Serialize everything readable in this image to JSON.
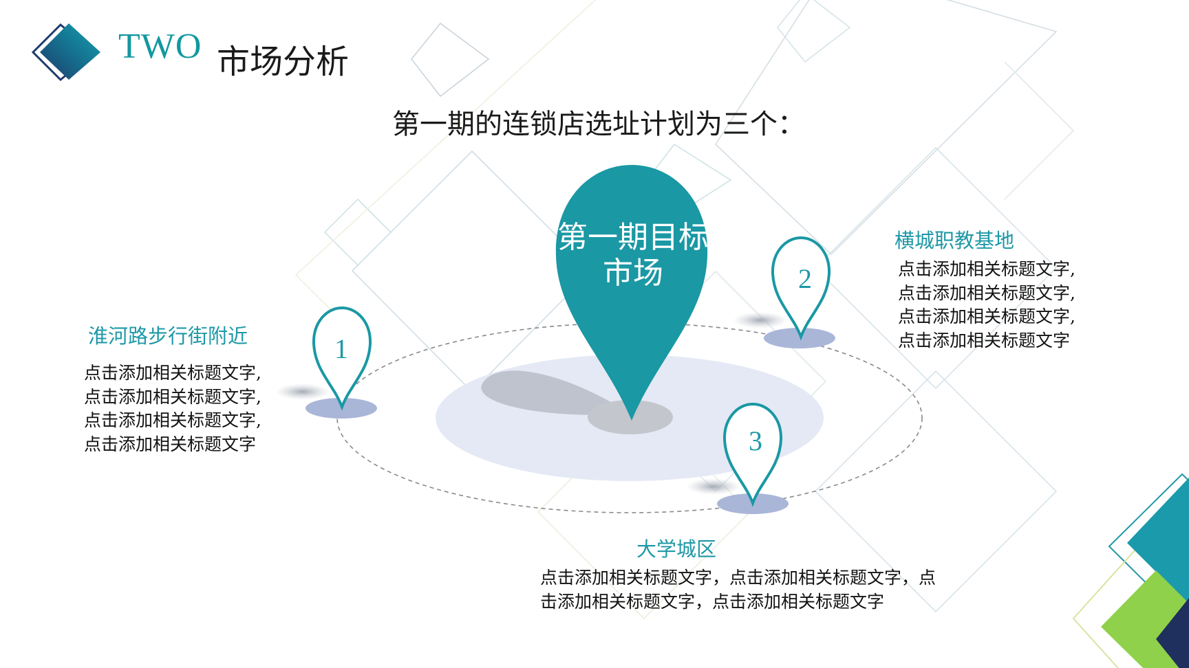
{
  "header": {
    "section_number": "TWO",
    "section_title": "市场分析"
  },
  "headline": "第一期的连锁店选址计划为三个：",
  "main_pin": {
    "label": "第一期目标市场"
  },
  "pins": [
    {
      "number": "1"
    },
    {
      "number": "2"
    },
    {
      "number": "3"
    }
  ],
  "locations": [
    {
      "title": "淮河路步行街附近",
      "lines": [
        "点击添加相关标题文字,",
        "点击添加相关标题文字,",
        "点击添加相关标题文字,",
        "点击添加相关标题文字"
      ]
    },
    {
      "title": "横城职教基地",
      "lines": [
        "点击添加相关标题文字,",
        "点击添加相关标题文字,",
        "点击添加相关标题文字,",
        "点击添加相关标题文字"
      ]
    },
    {
      "title": "大学城区",
      "lines": [
        "点击添加相关标题文字，点击添加相关标题文字，点",
        "击添加相关标题文字，点击添加相关标题文字"
      ]
    }
  ],
  "colors": {
    "teal": "#1e98a6",
    "dark_teal": "#0d5e7a",
    "navy": "#1f2f5e",
    "green": "#8fd14a",
    "ellipse_fill": "#e4e9f5",
    "pin_shadow": "#aab6d8"
  }
}
